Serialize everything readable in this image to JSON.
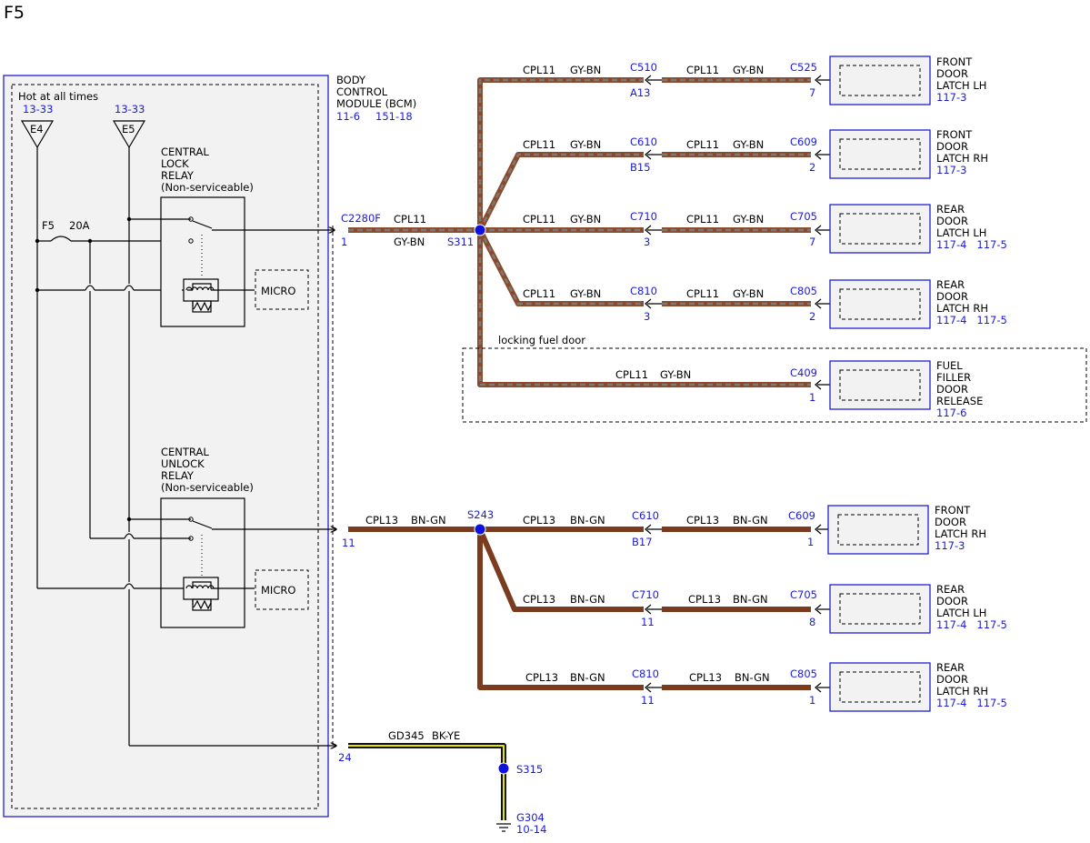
{
  "page_label": "F5",
  "bcm": {
    "title_lines": [
      "BODY",
      "CONTROL",
      "MODULE (BCM)"
    ],
    "refs": [
      "11-6",
      "151-18"
    ],
    "hot_label": "Hot at all times",
    "feeds": [
      {
        "ref": "13-33",
        "name": "E4"
      },
      {
        "ref": "13-33",
        "name": "E5"
      }
    ],
    "fuse": {
      "name": "F5",
      "rating": "20A"
    },
    "relays": [
      {
        "lines": [
          "CENTRAL",
          "LOCK",
          "RELAY",
          "(Non-serviceable)"
        ]
      },
      {
        "lines": [
          "CENTRAL",
          "UNLOCK",
          "RELAY",
          "(Non-serviceable)"
        ]
      }
    ],
    "micro_label": "MICRO"
  },
  "lock_circuit": {
    "connector": "C2280F",
    "pin": "1",
    "circuit": "CPL11",
    "color": "GY-BN",
    "splice": "S311",
    "branches": [
      {
        "circuit_a": "CPL11",
        "color_a": "GY-BN",
        "inline": "C510",
        "inline_pin": "A13",
        "circuit_b": "CPL11",
        "color_b": "GY-BN",
        "end_conn": "C525",
        "end_pin": "7",
        "component": [
          "FRONT",
          "DOOR",
          "LATCH LH"
        ],
        "refs": "117-3"
      },
      {
        "circuit_a": "CPL11",
        "color_a": "GY-BN",
        "inline": "C610",
        "inline_pin": "B15",
        "circuit_b": "CPL11",
        "color_b": "GY-BN",
        "end_conn": "C609",
        "end_pin": "2",
        "component": [
          "FRONT",
          "DOOR",
          "LATCH RH"
        ],
        "refs": "117-3"
      },
      {
        "circuit_a": "CPL11",
        "color_a": "GY-BN",
        "inline": "C710",
        "inline_pin": "3",
        "circuit_b": "CPL11",
        "color_b": "GY-BN",
        "end_conn": "C705",
        "end_pin": "7",
        "component": [
          "REAR",
          "DOOR",
          "LATCH LH"
        ],
        "refs": "117-4   117-5"
      },
      {
        "circuit_a": "CPL11",
        "color_a": "GY-BN",
        "inline": "C810",
        "inline_pin": "3",
        "circuit_b": "CPL11",
        "color_b": "GY-BN",
        "end_conn": "C805",
        "end_pin": "2",
        "component": [
          "REAR",
          "DOOR",
          "LATCH RH"
        ],
        "refs": "117-4   117-5"
      }
    ],
    "fuel": {
      "option_label": "locking fuel door",
      "circuit": "CPL11",
      "color": "GY-BN",
      "end_conn": "C409",
      "end_pin": "1",
      "component": [
        "FUEL",
        "FILLER",
        "DOOR",
        "RELEASE"
      ],
      "refs": "117-6"
    }
  },
  "unlock_circuit": {
    "pin": "11",
    "circuit": "CPL13",
    "color": "BN-GN",
    "splice": "S243",
    "branches": [
      {
        "circuit_a": "CPL13",
        "color_a": "BN-GN",
        "inline": "C610",
        "inline_pin": "B17",
        "circuit_b": "CPL13",
        "color_b": "BN-GN",
        "end_conn": "C609",
        "end_pin": "1",
        "component": [
          "FRONT",
          "DOOR",
          "LATCH RH"
        ],
        "refs": "117-3"
      },
      {
        "circuit_a": "CPL13",
        "color_a": "BN-GN",
        "inline": "C710",
        "inline_pin": "11",
        "circuit_b": "CPL13",
        "color_b": "BN-GN",
        "end_conn": "C705",
        "end_pin": "8",
        "component": [
          "REAR",
          "DOOR",
          "LATCH LH"
        ],
        "refs": "117-4   117-5"
      },
      {
        "circuit_a": "CPL13",
        "color_a": "BN-GN",
        "inline": "C810",
        "inline_pin": "11",
        "circuit_b": "CPL13",
        "color_b": "BN-GN",
        "end_conn": "C805",
        "end_pin": "1",
        "component": [
          "REAR",
          "DOOR",
          "LATCH RH"
        ],
        "refs": "117-4   117-5"
      }
    ]
  },
  "ground_circuit": {
    "pin": "24",
    "circuit": "GD345",
    "color": "BK-YE",
    "splice": "S315",
    "ground": "G304",
    "ground_ref": "10-14"
  },
  "colors": {
    "gy_bn_wire": [
      "#7a7a7a",
      "#8b4a2b"
    ],
    "bn_gn_wire": "#7b3b1f",
    "bk_ye_wire": [
      "#111111",
      "#e6e600"
    ],
    "link_blue": "#1a1ae0",
    "splice_dot": "#1010e0"
  }
}
